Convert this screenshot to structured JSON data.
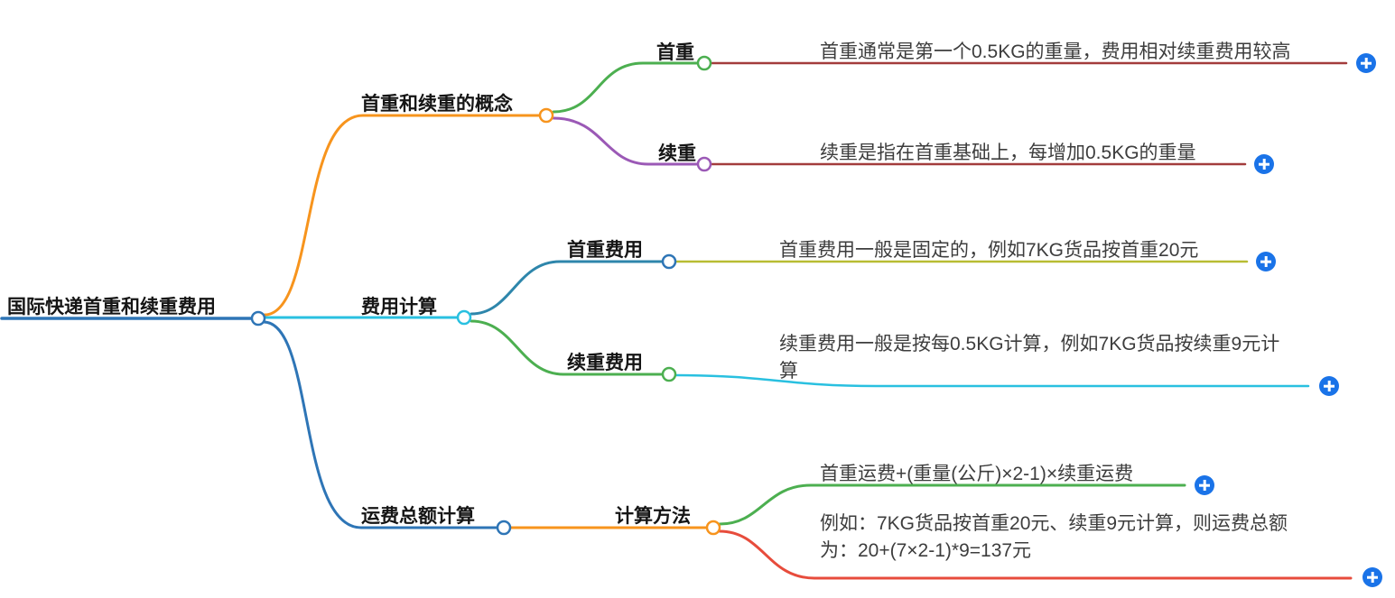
{
  "root": {
    "label": "国际快递首重和续重费用"
  },
  "branches": [
    {
      "label": "首重和续重的概念",
      "children": [
        {
          "label": "首重",
          "children": [
            {
              "label": "首重通常是第一个0.5KG的重量，费用相对续重费用较高"
            }
          ]
        },
        {
          "label": "续重",
          "children": [
            {
              "label": "续重是指在首重基础上，每增加0.5KG的重量"
            }
          ]
        }
      ]
    },
    {
      "label": "费用计算",
      "children": [
        {
          "label": "首重费用",
          "children": [
            {
              "label": "首重费用一般是固定的，例如7KG货品按首重20元"
            }
          ]
        },
        {
          "label": "续重费用",
          "children": [
            {
              "label": "续重费用一般是按每0.5KG计算，例如7KG货品按续重9元计算"
            }
          ]
        }
      ]
    },
    {
      "label": "运费总额计算",
      "children": [
        {
          "label": "计算方法",
          "children": [
            {
              "label": "首重运费+(重量(公斤)×2-1)×续重运费"
            },
            {
              "label": "例如：7KG货品按首重20元、续重9元计算，则运费总额为：20+(7×2-1)*9=137元"
            }
          ]
        }
      ]
    }
  ],
  "colors": {
    "root_line": "#2e75b6",
    "branch_concept": "#f7941d",
    "branch_cost": "#29c0e0",
    "branch_total": "#2e75b6",
    "edge_green": "#4caf50",
    "edge_purple": "#9b59b6",
    "edge_steel": "#2e86ab",
    "leaf_maroon": "#a33c3c",
    "leaf_olive": "#b8bc33",
    "leaf_cyan": "#29c0e0",
    "leaf_red": "#e74c3c",
    "add_button": "#1a73e8"
  }
}
